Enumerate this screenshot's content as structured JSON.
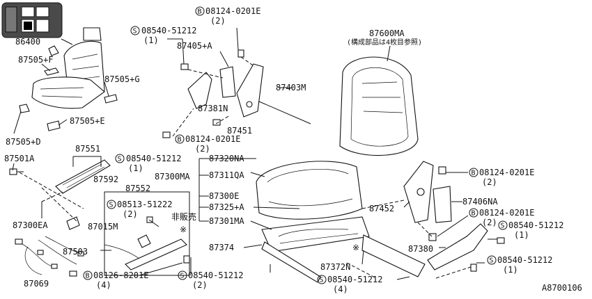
{
  "diagram_id": "A8700106",
  "callouts": {
    "p86400": "86400",
    "p87505F": "87505+F",
    "p87505G": "87505+G",
    "p87505E": "87505+E",
    "p87505D": "87505+D",
    "p87501A": "87501A",
    "p87551": "87551",
    "p87592": "87592",
    "p87300EA": "87300EA",
    "p87552": "87552",
    "p87015M": "87015M",
    "p87503": "87503",
    "p87069": "87069",
    "p87405A": "87405+A",
    "p87381N": "87381N",
    "p87451": "87451",
    "p87403M": "87403M",
    "p87600MA": "87600MA",
    "p87600MA_note": "(構成部品は4枚目参照)",
    "p87320NA": "87320NA",
    "p87311QA": "87311QA",
    "p87300MA": "87300MA",
    "p87300E": "87300E",
    "p87325A": "87325+A",
    "p87301MA": "87301MA",
    "p87374": "87374",
    "p87372N": "87372N",
    "p87452": "87452",
    "p87406NA": "87406NA",
    "p87380": "87380",
    "hihanbai": "非販売",
    "asterisk": "※"
  },
  "fasteners": [
    {
      "symbol": "B",
      "code": "08124-0201E",
      "qty": "(2)"
    },
    {
      "symbol": "S",
      "code": "08540-51212",
      "qty": "(1)"
    },
    {
      "symbol": "B",
      "code": "08124-0201E",
      "qty": "(2)"
    },
    {
      "symbol": "S",
      "code": "08540-51212",
      "qty": "(1)"
    },
    {
      "symbol": "S",
      "code": "08513-51222",
      "qty": "(2)"
    },
    {
      "symbol": "B",
      "code": "08126-8201E",
      "qty": "(4)"
    },
    {
      "symbol": "S",
      "code": "08540-51212",
      "qty": "(2)"
    },
    {
      "symbol": "S",
      "code": "08540-51212",
      "qty": "(4)"
    },
    {
      "symbol": "B",
      "code": "08124-0201E",
      "qty": "(2)"
    },
    {
      "symbol": "B",
      "code": "08124-0201E",
      "qty": "(2)"
    },
    {
      "symbol": "S",
      "code": "08540-51212",
      "qty": "(1)"
    },
    {
      "symbol": "S",
      "code": "08540-51212",
      "qty": "(1)"
    }
  ]
}
